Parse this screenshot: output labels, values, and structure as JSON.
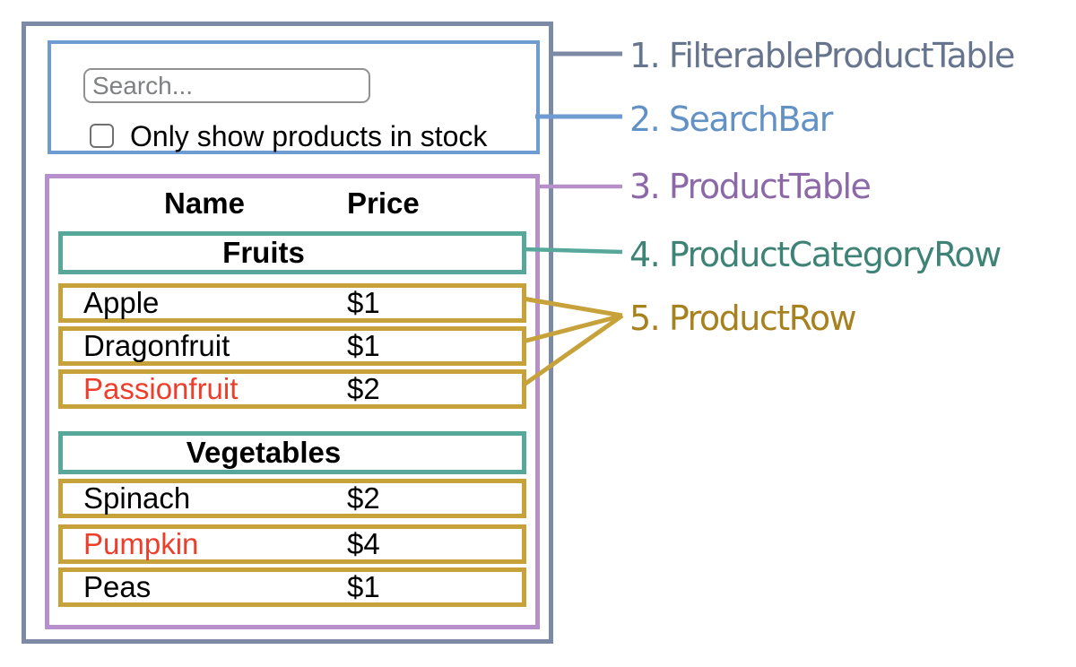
{
  "palette": {
    "filterable_product_table_border": "#7d8aa5",
    "search_bar_border": "#6d9bd2",
    "product_table_border": "#b78fcb",
    "product_category_row_border": "#57a89b",
    "product_row_border": "#c7a23b",
    "out_of_stock_text": "#ee3d2a",
    "legend_1_text": "#66758d",
    "legend_2_text": "#6291c5",
    "legend_3_text": "#8d68a8",
    "legend_4_text": "#3e8376",
    "legend_5_text": "#a8811f"
  },
  "diagram": {
    "search_bar": {
      "input_placeholder": "Search...",
      "input_value": "",
      "checkbox_checked": false,
      "checkbox_label": "Only show products in stock"
    },
    "product_table": {
      "headers": {
        "name": "Name",
        "price": "Price"
      },
      "sections": [
        {
          "category": "Fruits",
          "rows": [
            {
              "name": "Apple",
              "price": "$1",
              "out_of_stock": false
            },
            {
              "name": "Dragonfruit",
              "price": "$1",
              "out_of_stock": false
            },
            {
              "name": "Passionfruit",
              "price": "$2",
              "out_of_stock": true
            }
          ]
        },
        {
          "category": "Vegetables",
          "rows": [
            {
              "name": "Spinach",
              "price": "$2",
              "out_of_stock": false
            },
            {
              "name": "Pumpkin",
              "price": "$4",
              "out_of_stock": true
            },
            {
              "name": "Peas",
              "price": "$1",
              "out_of_stock": false
            }
          ]
        }
      ]
    }
  },
  "legend": {
    "items": [
      {
        "label": "1. FilterableProductTable"
      },
      {
        "label": "2. SearchBar"
      },
      {
        "label": "3. ProductTable"
      },
      {
        "label": "4. ProductCategoryRow"
      },
      {
        "label": "5. ProductRow"
      }
    ]
  }
}
